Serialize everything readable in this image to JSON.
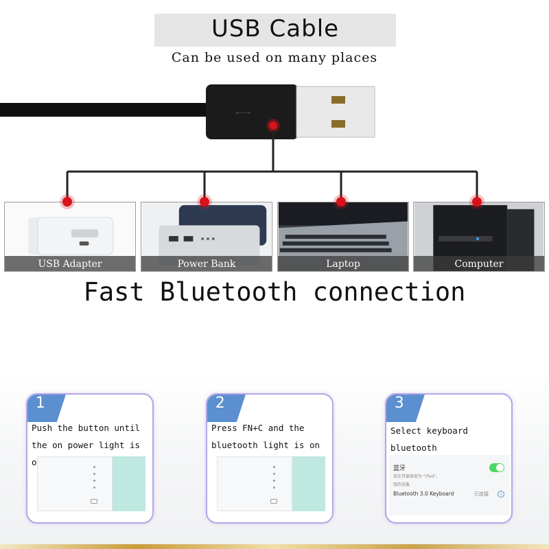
{
  "header": {
    "title": "USB Cable",
    "subtitle": "Can be used on many places"
  },
  "targets": [
    {
      "label": "USB Adapter",
      "icon": "usb-adapter-image"
    },
    {
      "label": "Power Bank",
      "icon": "power-bank-image"
    },
    {
      "label": "Laptop",
      "icon": "laptop-image"
    },
    {
      "label": "Computer",
      "icon": "desktop-computer-image"
    }
  ],
  "headline": "Fast Bluetooth connection",
  "steps": [
    {
      "number": "1",
      "line1": "Push the button until",
      "line2": "the on power light is on"
    },
    {
      "number": "2",
      "line1": "Press FN+C and the",
      "line2": "bluetooth light is on"
    },
    {
      "number": "3",
      "line1": "Select keyboard bluetooth",
      "line2": ""
    }
  ],
  "phone_settings": {
    "bluetooth_label": "蓝牙",
    "bluetooth_note": "现在可被发现为 \"iPad\"。",
    "devices_header": "我的设备",
    "device_name": "Bluetooth 3.0 Keyboard",
    "device_status": "已连接",
    "info_icon": "i"
  },
  "colors": {
    "accent_red": "#d8131c",
    "step_badge": "#5b8fd0",
    "toggle_on": "#4cd964",
    "card_border": "#b5a6e6"
  }
}
